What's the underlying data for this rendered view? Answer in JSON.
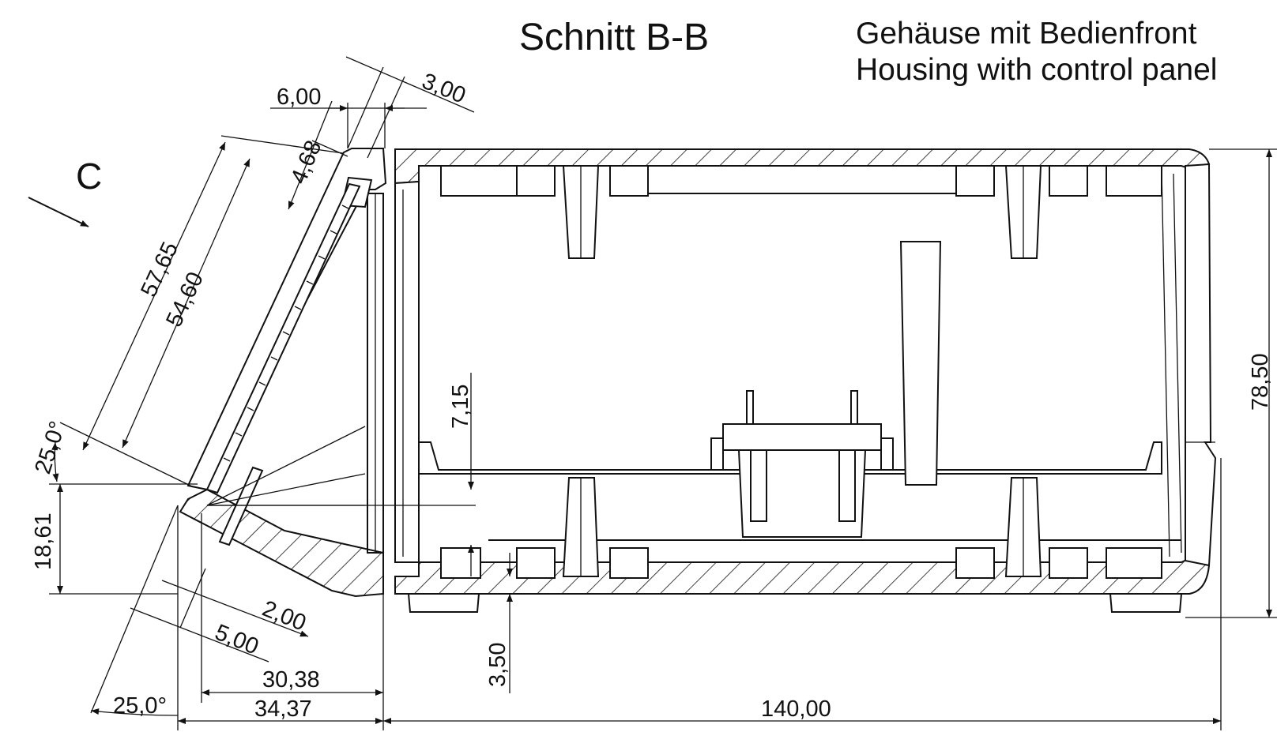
{
  "title": "Schnitt B-B",
  "subtitle_de": "Gehäuse mit Bedienfront",
  "subtitle_en": "Housing with control panel",
  "view_label": "C",
  "dimensions": {
    "d_6_00": "6,00",
    "d_3_00": "3,00",
    "d_4_68": "4,68",
    "d_57_65": "57,65",
    "d_54_60": "54,60",
    "d_25_0_top": "25,0°",
    "d_18_61": "18,61",
    "d_2_00": "2,00",
    "d_5_00": "5,00",
    "d_30_38": "30,38",
    "d_34_37": "34,37",
    "d_25_0_bottom": "25,0°",
    "d_7_15": "7,15",
    "d_3_50": "3,50",
    "d_140_00": "140,00",
    "d_78_50": "78,50"
  }
}
